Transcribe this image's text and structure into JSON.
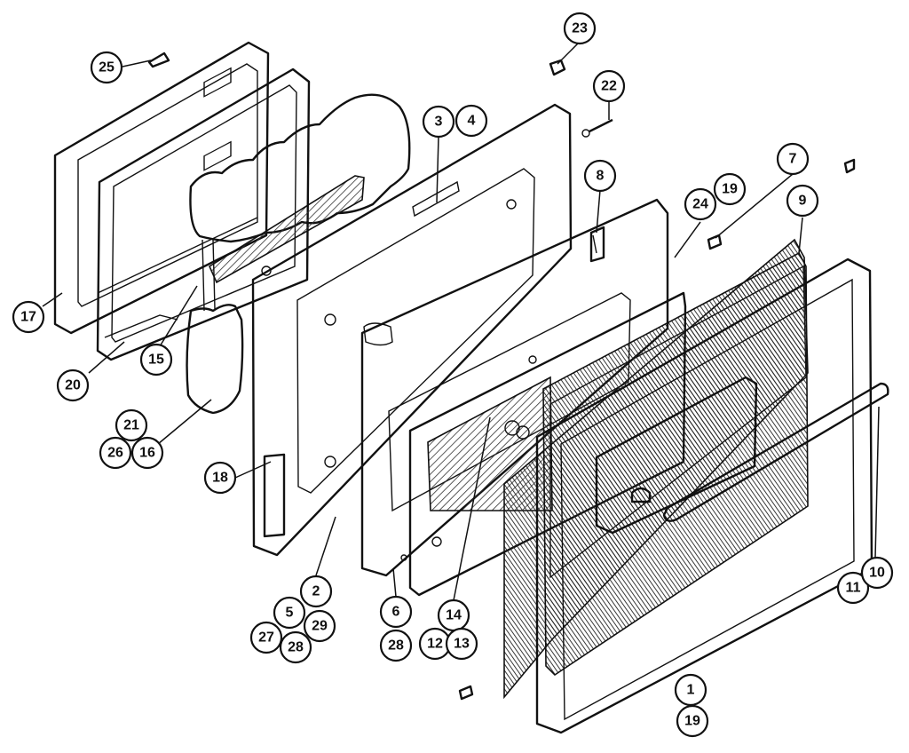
{
  "callouts": [
    {
      "id": "c25",
      "label": "25",
      "x": 0,
      "y": 0
    },
    {
      "id": "c23",
      "label": "23"
    },
    {
      "id": "c22",
      "label": "22"
    },
    {
      "id": "c3",
      "label": "3"
    },
    {
      "id": "c4",
      "label": "4"
    },
    {
      "id": "c8",
      "label": "8"
    },
    {
      "id": "c7",
      "label": "7"
    },
    {
      "id": "c24",
      "label": "24"
    },
    {
      "id": "c19a",
      "label": "19"
    },
    {
      "id": "c9",
      "label": "9"
    },
    {
      "id": "c17",
      "label": "17"
    },
    {
      "id": "c15",
      "label": "15"
    },
    {
      "id": "c20",
      "label": "20"
    },
    {
      "id": "c21",
      "label": "21"
    },
    {
      "id": "c26",
      "label": "26"
    },
    {
      "id": "c16",
      "label": "16"
    },
    {
      "id": "c18",
      "label": "18"
    },
    {
      "id": "c2",
      "label": "2"
    },
    {
      "id": "c5",
      "label": "5"
    },
    {
      "id": "c29",
      "label": "29"
    },
    {
      "id": "c27",
      "label": "27"
    },
    {
      "id": "c28a",
      "label": "28"
    },
    {
      "id": "c6",
      "label": "6"
    },
    {
      "id": "c28b",
      "label": "28"
    },
    {
      "id": "c14",
      "label": "14"
    },
    {
      "id": "c12",
      "label": "12"
    },
    {
      "id": "c13",
      "label": "13"
    },
    {
      "id": "c11",
      "label": "11"
    },
    {
      "id": "c10",
      "label": "10"
    },
    {
      "id": "c1",
      "label": "1"
    },
    {
      "id": "c19b",
      "label": "19"
    }
  ]
}
